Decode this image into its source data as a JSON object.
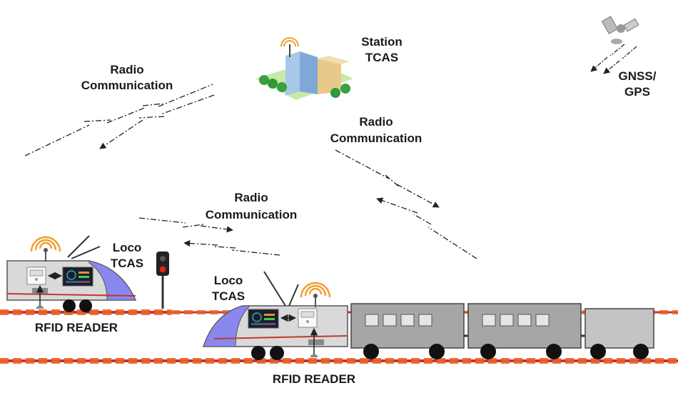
{
  "labels": {
    "station_line1": "Station",
    "station_line2": "TCAS",
    "gnss_line1": "GNSS/",
    "gnss_line2": "GPS",
    "radio_top_left_line1": "Radio",
    "radio_top_left_line2": "Communication",
    "radio_right_line1": "Radio",
    "radio_right_line2": "Communication",
    "radio_mid_line1": "Radio",
    "radio_mid_line2": "Communication",
    "loco1_line1": "Loco",
    "loco1_line2": "TCAS",
    "loco2_line1": "Loco",
    "loco2_line2": "TCAS",
    "rfid_reader_1": "RFID READER",
    "rfid_reader_2": "RFID READER"
  },
  "colors": {
    "rail": "#c0392b",
    "sleeper": "#e8622a",
    "loco_body": "#d9d9d9",
    "loco_nose": "#8888ee",
    "coach_body": "#a6a6a6",
    "wifi_arc": "#f0a030",
    "signal_red": "#e02020"
  },
  "icons": [
    "satellite-icon",
    "station-building-icon",
    "signal-post-icon",
    "rfid-reader-icon",
    "display-unit-icon",
    "wireless-antenna-icon"
  ]
}
